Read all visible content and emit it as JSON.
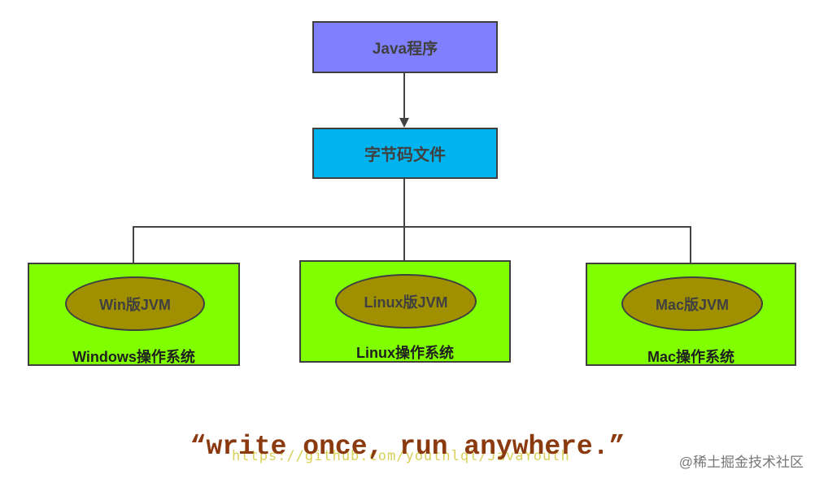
{
  "nodes": {
    "java_program": {
      "label": "Java程序",
      "fill": "#8080ff"
    },
    "bytecode": {
      "label": "字节码文件",
      "fill": "#00b4f0"
    },
    "platforms": [
      {
        "jvm_label": "Win版JVM",
        "os_label": "Windows操作系统"
      },
      {
        "jvm_label": "Linux版JVM",
        "os_label": "Linux操作系统"
      },
      {
        "jvm_label": "Mac版JVM",
        "os_label": "Mac操作系统"
      }
    ],
    "os_fill": "#80ff00",
    "jvm_fill": "#a09000"
  },
  "edges": [
    {
      "from": "Java程序",
      "to": "字节码文件"
    },
    {
      "from": "字节码文件",
      "to": "Win版JVM"
    },
    {
      "from": "字节码文件",
      "to": "Linux版JVM"
    },
    {
      "from": "字节码文件",
      "to": "Mac版JVM"
    }
  ],
  "slogan": "“write once, run anywhere.”",
  "url_watermark": "https://github.com/youthlql/JavaYouth",
  "site_watermark": "@稀土掘金技术社区"
}
